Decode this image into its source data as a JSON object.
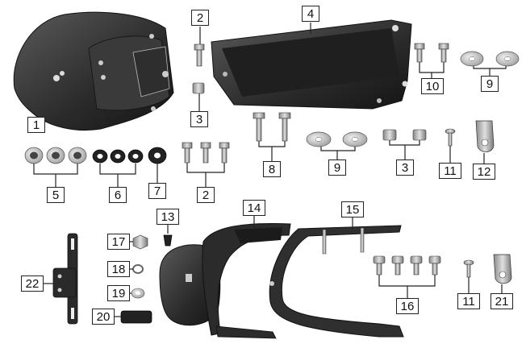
{
  "colors": {
    "part_dark": "#2a2a2a",
    "part_mid": "#6b6b6b",
    "part_light": "#bdbdbd",
    "line": "#222222",
    "background": "#ffffff"
  },
  "callouts": {
    "c1": "1",
    "c2a": "2",
    "c2b": "2",
    "c3a": "3",
    "c3b": "3",
    "c4": "4",
    "c5": "5",
    "c6": "6",
    "c7": "7",
    "c8": "8",
    "c9a": "9",
    "c9b": "9",
    "c10": "10",
    "c11a": "11",
    "c11b": "11",
    "c12": "12",
    "c13": "13",
    "c14": "14",
    "c15": "15",
    "c16": "16",
    "c17": "17",
    "c18": "18",
    "c19": "19",
    "c20": "20",
    "c21": "21",
    "c22": "22"
  }
}
